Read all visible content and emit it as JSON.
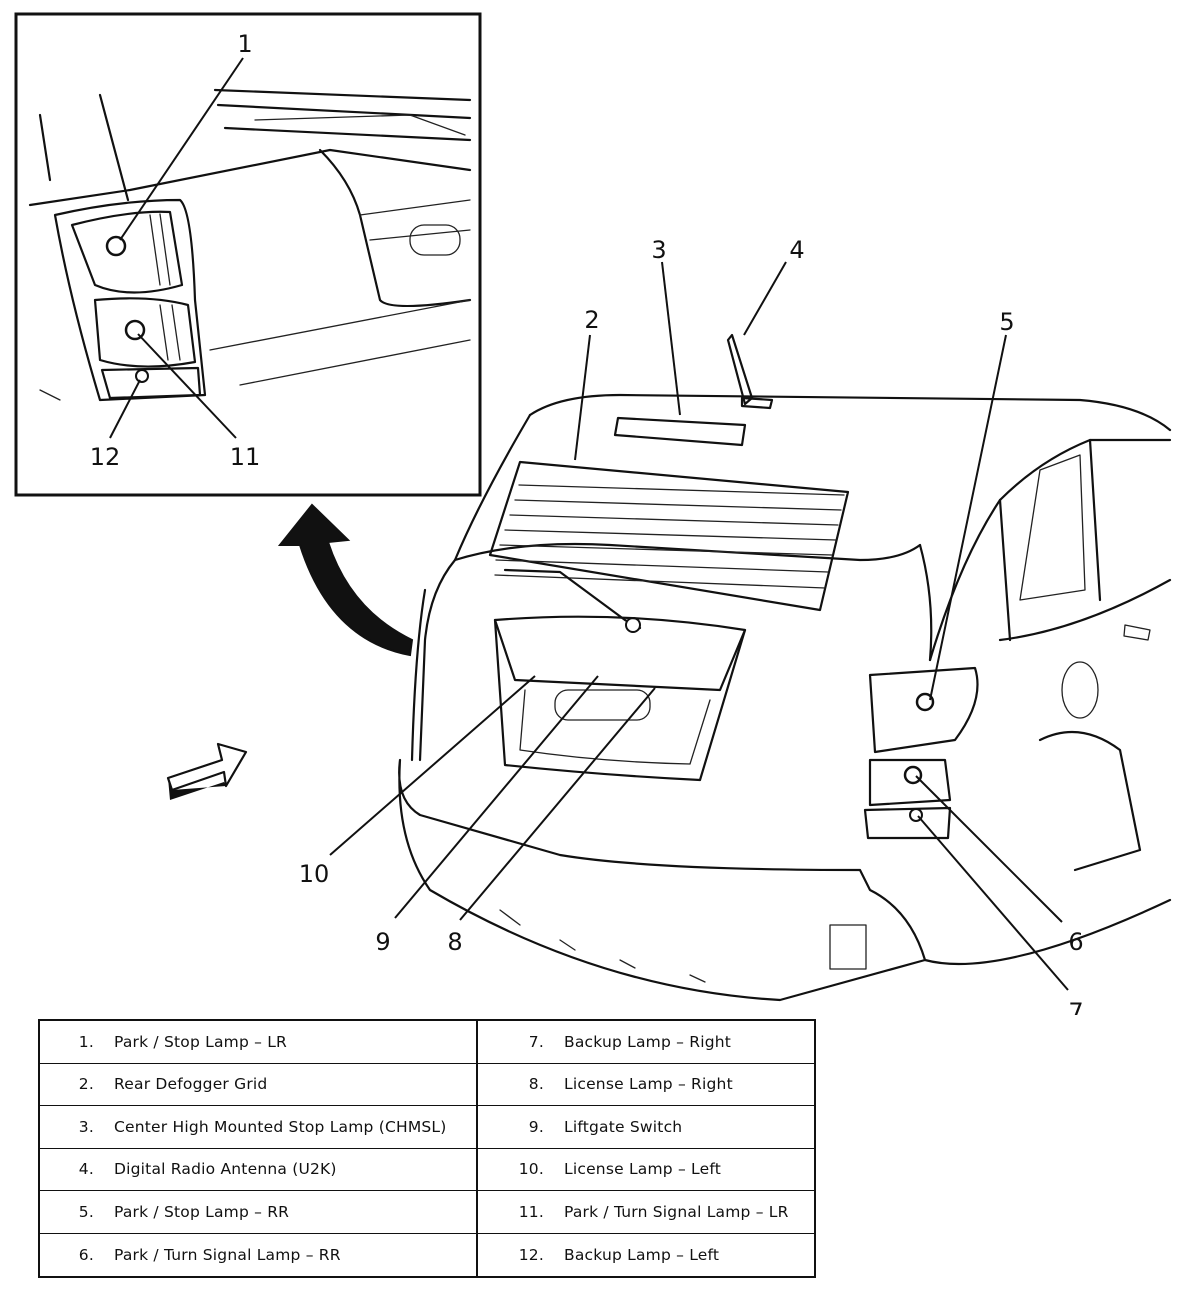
{
  "callouts": {
    "c1": "1",
    "c2": "2",
    "c3": "3",
    "c4": "4",
    "c5": "5",
    "c6": "6",
    "c7": "7",
    "c8": "8",
    "c9": "9",
    "c10": "10",
    "c11": "11",
    "c12": "12"
  },
  "legend": {
    "left": [
      {
        "num": "1.",
        "label": "Park / Stop Lamp – LR"
      },
      {
        "num": "2.",
        "label": "Rear Defogger Grid"
      },
      {
        "num": "3.",
        "label": "Center High Mounted Stop Lamp (CHMSL)"
      },
      {
        "num": "4.",
        "label": "Digital Radio Antenna (U2K)"
      },
      {
        "num": "5.",
        "label": "Park / Stop Lamp – RR"
      },
      {
        "num": "6.",
        "label": "Park / Turn Signal Lamp – RR"
      }
    ],
    "right": [
      {
        "num": "7.",
        "label": "Backup Lamp – Right"
      },
      {
        "num": "8.",
        "label": "License Lamp – Right"
      },
      {
        "num": "9.",
        "label": "Liftgate Switch"
      },
      {
        "num": "10.",
        "label": "License Lamp – Left"
      },
      {
        "num": "11.",
        "label": "Park / Turn Signal Lamp – LR"
      },
      {
        "num": "12.",
        "label": "Backup Lamp – Left"
      }
    ]
  }
}
